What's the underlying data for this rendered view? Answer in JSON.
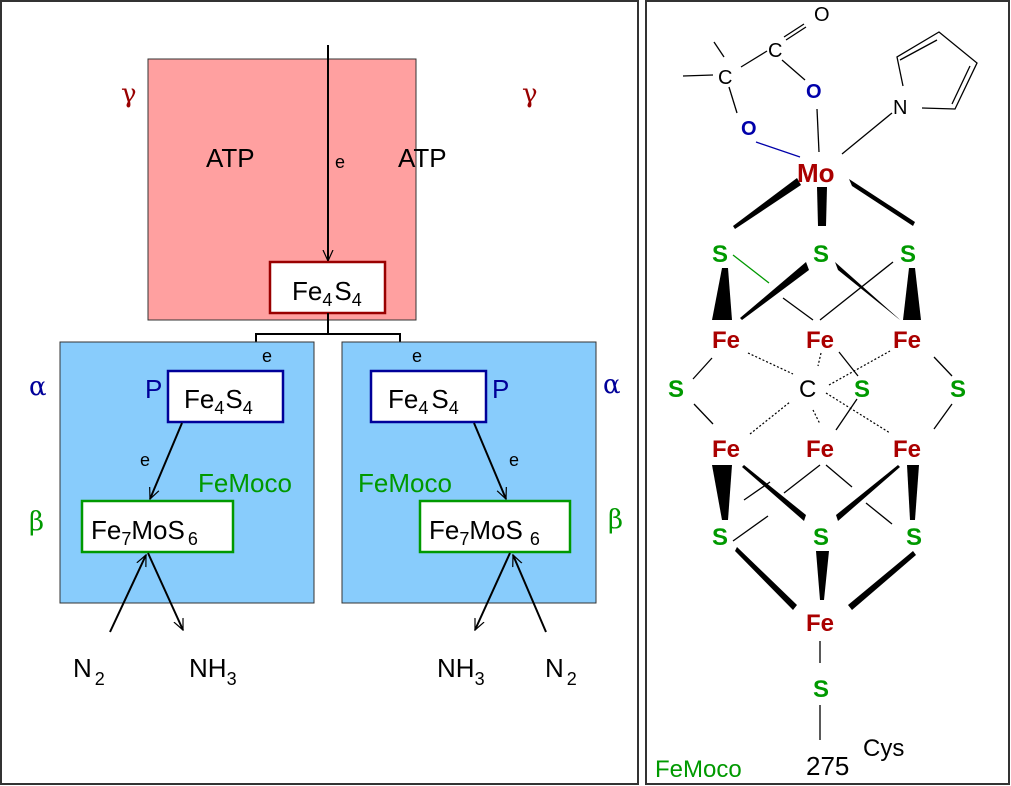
{
  "colors": {
    "gamma": "#990000",
    "alpha": "#000099",
    "beta": "#009900",
    "femoco": "#009900",
    "fe": "#aa0000",
    "s": "#009900",
    "o": "#0000aa",
    "red_box_fill": "#ffa0a0",
    "blue_box_fill": "#88ccfc",
    "black": "#000000"
  },
  "left_panel": {
    "gamma_left": "γ",
    "gamma_right": "γ",
    "atp_left": "ATP",
    "atp_right": "ATP",
    "e_top": "e",
    "top_cluster": {
      "main": "Fe",
      "sub1": "4",
      "mid": "S",
      "sub2": "4"
    },
    "left_subunit": {
      "alpha": "α",
      "beta": "β",
      "p_label": "P",
      "e_in": "e",
      "e_mid": "e",
      "femoco_label": "FeMoco",
      "p_cluster": {
        "main": "Fe",
        "sub1": "4",
        "mid": "S",
        "sub2": "4"
      },
      "femoco_cluster": {
        "main": "Fe",
        "sub1": "7",
        "mid": "MoS",
        "sub2": "6"
      },
      "substrate": {
        "main": "N",
        "sub": "2"
      },
      "product": {
        "main": "NH",
        "sub": "3"
      }
    },
    "right_subunit": {
      "alpha": "α",
      "beta": "β",
      "p_label": "P",
      "e_in": "e",
      "e_mid": "e",
      "femoco_label": "FeMoco",
      "p_cluster": {
        "main": "Fe",
        "sub1": "4",
        "mid": "S",
        "sub2": "4"
      },
      "femoco_cluster": {
        "main": "Fe",
        "sub1": "7",
        "mid": "MoS",
        "sub2": "6"
      },
      "substrate": {
        "main": "N",
        "sub": "2"
      },
      "product": {
        "main": "NH",
        "sub": "3"
      }
    }
  },
  "right_panel": {
    "caption": "FeMoco",
    "atoms": {
      "carbonyl_o": "O",
      "c_carboxyl": "C",
      "c_alpha": "C",
      "o_upper": "O",
      "o_lower": "O",
      "n_imidazole": "N",
      "mo": "Mo",
      "s_top_left": "S",
      "s_top_mid": "S",
      "s_top_right": "S",
      "fe_upper_left": "Fe",
      "fe_upper_mid": "Fe",
      "fe_upper_right": "Fe",
      "s_mid_left": "S",
      "c_central": "C",
      "s_mid_center": "S",
      "s_mid_right": "S",
      "fe_lower_left": "Fe",
      "fe_lower_mid": "Fe",
      "fe_lower_right": "Fe",
      "s_bot_left": "S",
      "s_bot_mid": "S",
      "s_bot_right": "S",
      "fe_terminal": "Fe",
      "s_cys": "S"
    },
    "residue_number": "275",
    "residue_name": "Cys"
  }
}
